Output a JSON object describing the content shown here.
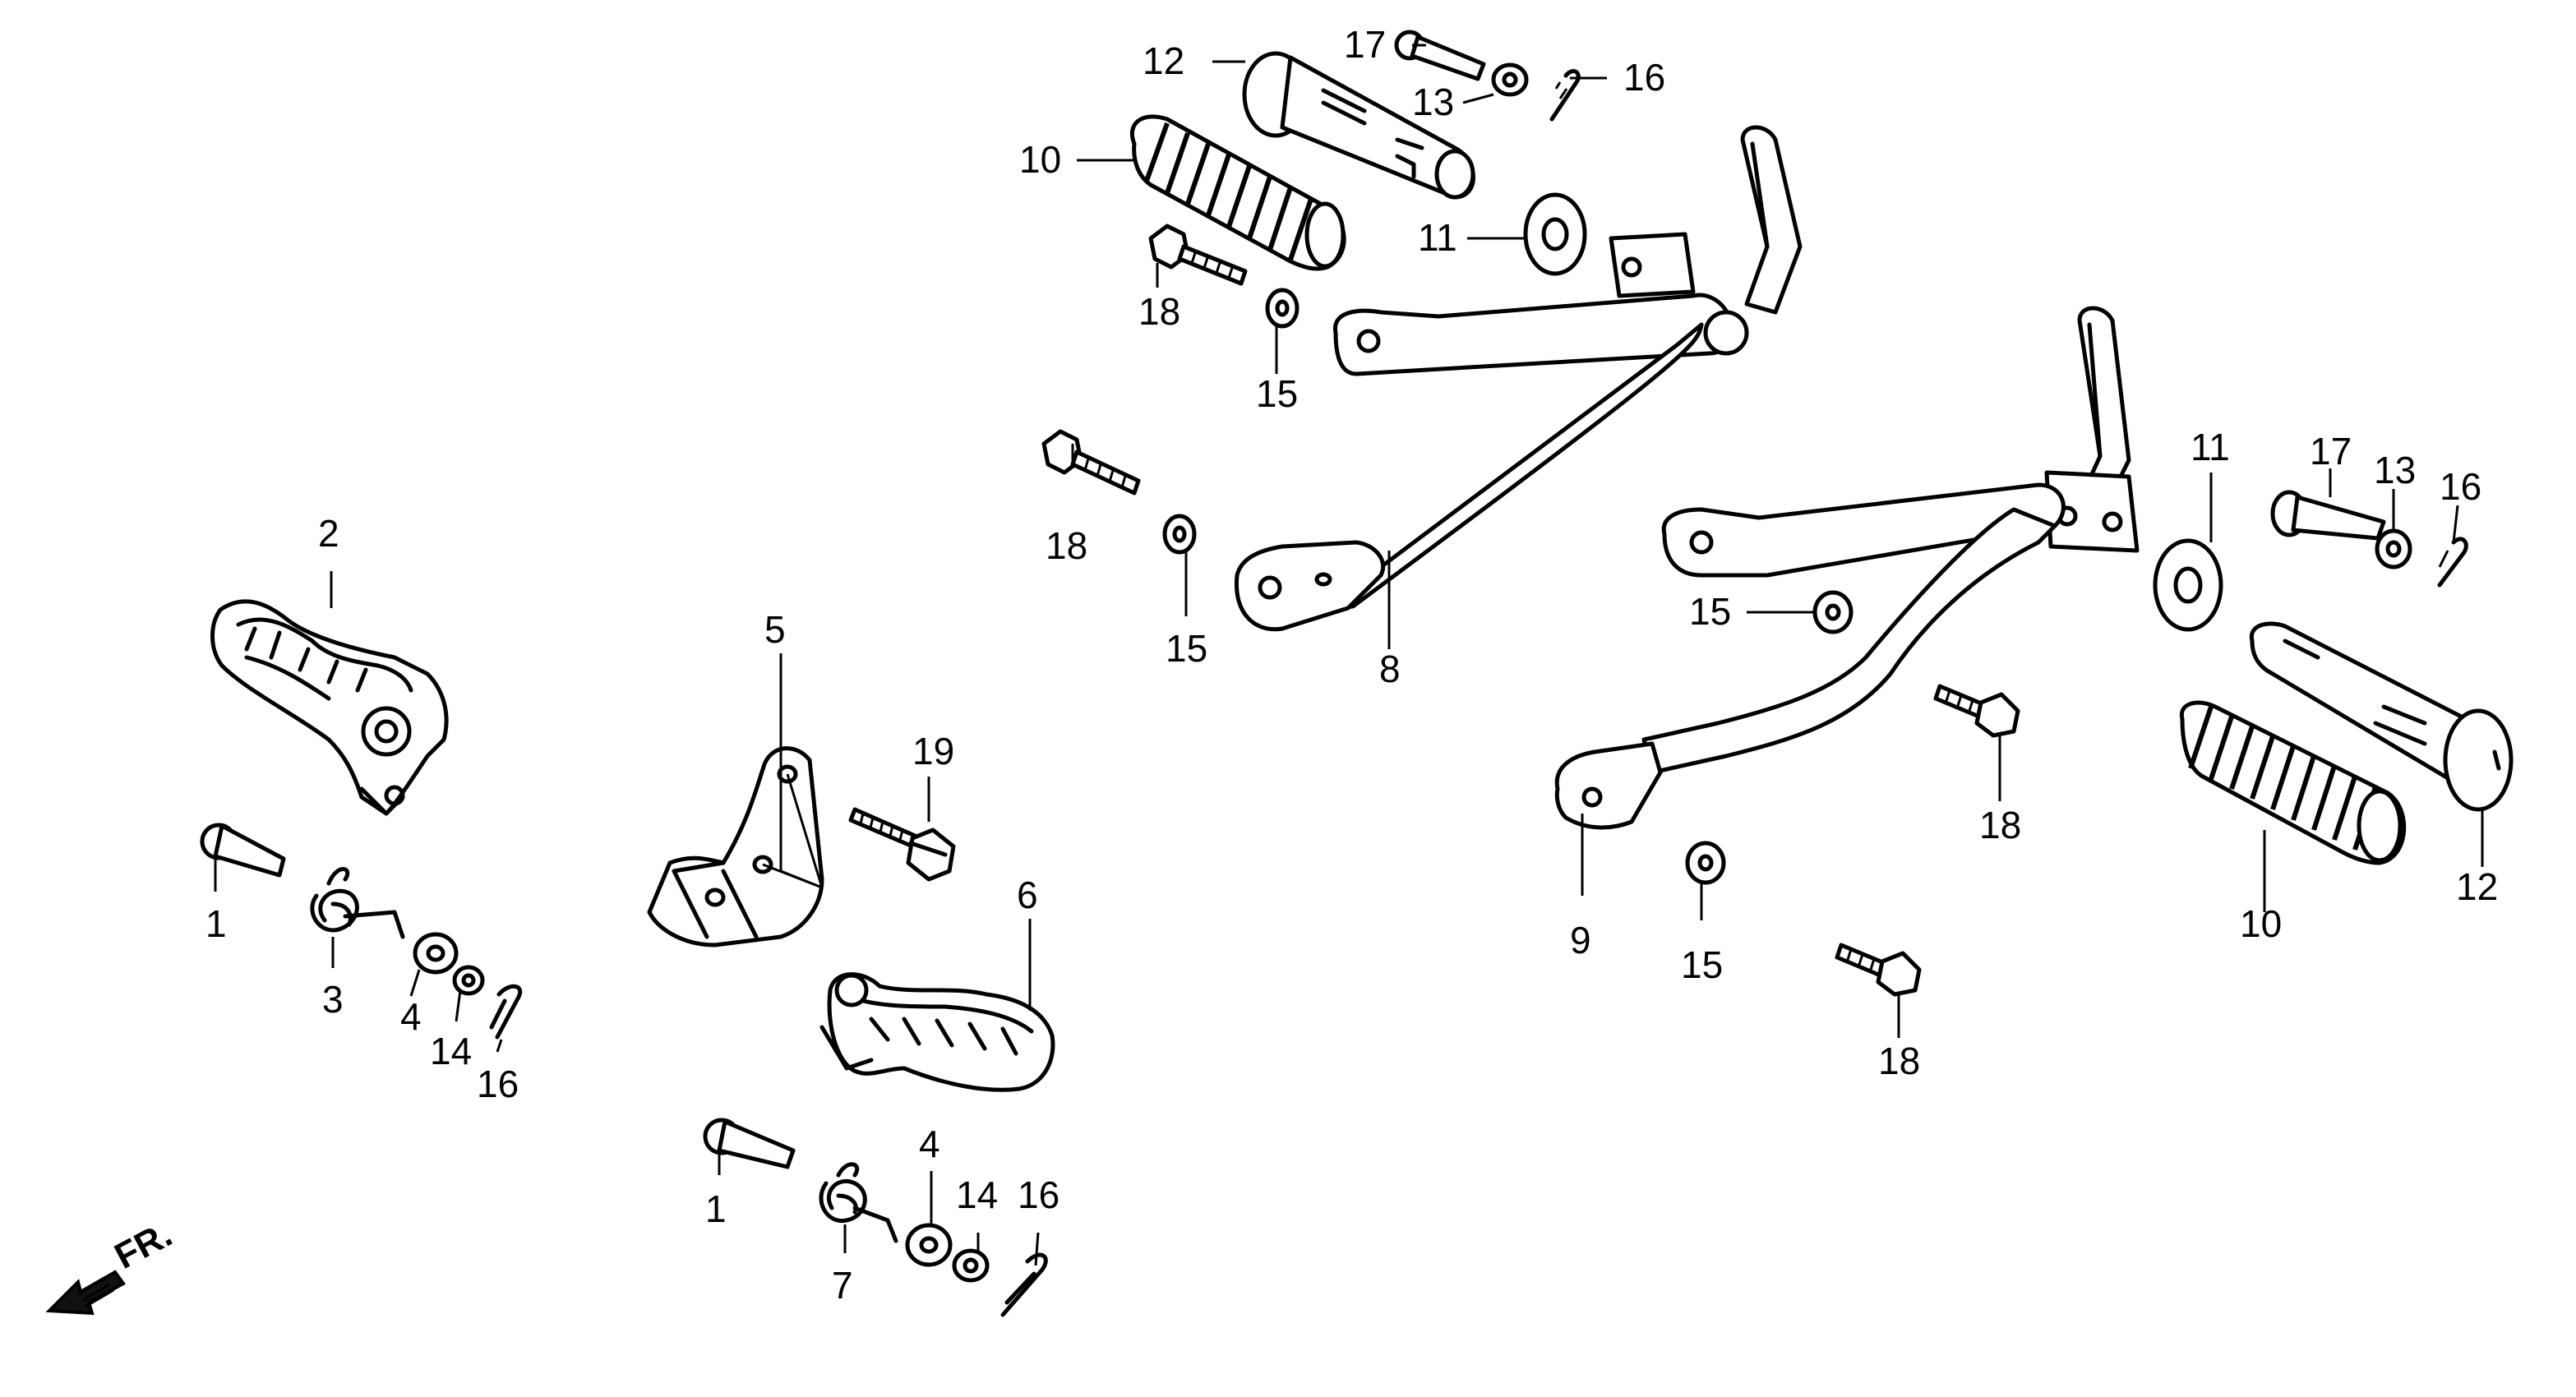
{
  "direction_label": "FR.",
  "callouts": {
    "c1a": "1",
    "c1b": "1",
    "c2": "2",
    "c3": "3",
    "c4a": "4",
    "c4b": "4",
    "c5": "5",
    "c6": "6",
    "c7": "7",
    "c8": "8",
    "c9": "9",
    "c10a": "10",
    "c10b": "10",
    "c11a": "11",
    "c11b": "11",
    "c12a": "12",
    "c12b": "12",
    "c13a": "13",
    "c13b": "13",
    "c14a": "14",
    "c14b": "14",
    "c15a": "15",
    "c15b": "15",
    "c15c": "15",
    "c15d": "15",
    "c16a": "16",
    "c16b": "16",
    "c16c": "16",
    "c16d": "16",
    "c17a": "17",
    "c17b": "17",
    "c18a": "18",
    "c18b": "18",
    "c18c": "18",
    "c18d": "18",
    "c19": "19"
  }
}
